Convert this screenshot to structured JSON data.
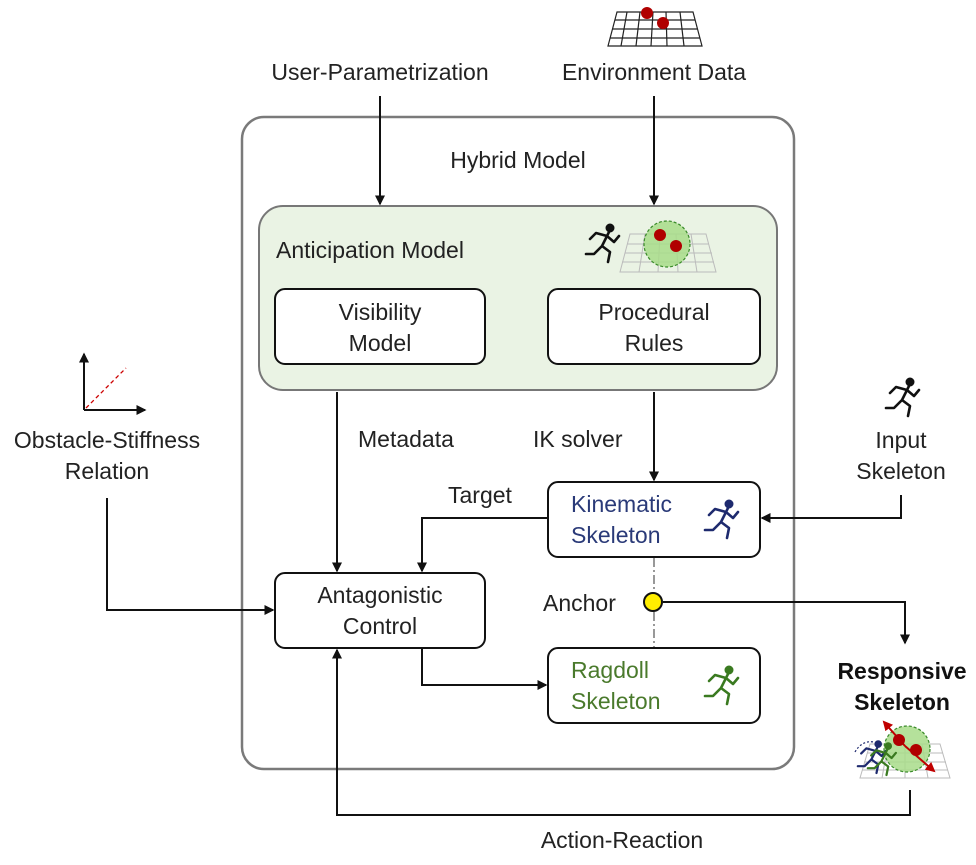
{
  "labels": {
    "user_param": "User-Parametrization",
    "env_data": "Environment Data",
    "hybrid_model": "Hybrid Model",
    "anticipation_model": "Anticipation Model",
    "visibility_line1": "Visibility",
    "visibility_line2": "Model",
    "procedural_line1": "Procedural",
    "procedural_line2": "Rules",
    "metadata": "Metadata",
    "ik_solver": "IK solver",
    "obstacle_line1": "Obstacle-Stiffness",
    "obstacle_line2": "Relation",
    "input_line1": "Input",
    "input_line2": "Skeleton",
    "target": "Target",
    "kinematic_line1": "Kinematic",
    "kinematic_line2": "Skeleton",
    "antagonistic_line1": "Antagonistic",
    "antagonistic_line2": "Control",
    "anchor": "Anchor",
    "ragdoll_line1": "Ragdoll",
    "ragdoll_line2": "Skeleton",
    "responsive_line1": "Responsive",
    "responsive_line2": "Skeleton",
    "action_reaction": "Action-Reaction"
  },
  "colors": {
    "anticipation_fill": "#eaf3e4",
    "kinematic_text": "#2a3a78",
    "ragdoll_text": "#4a7a2c",
    "anchor_fill": "#ffee00",
    "obstacle_red": "#b00000",
    "sphere_green": "#a8dc8a"
  },
  "icons": [
    "grid-icon",
    "runner-icon",
    "axes-icon",
    "obstacle-sphere-icon"
  ]
}
